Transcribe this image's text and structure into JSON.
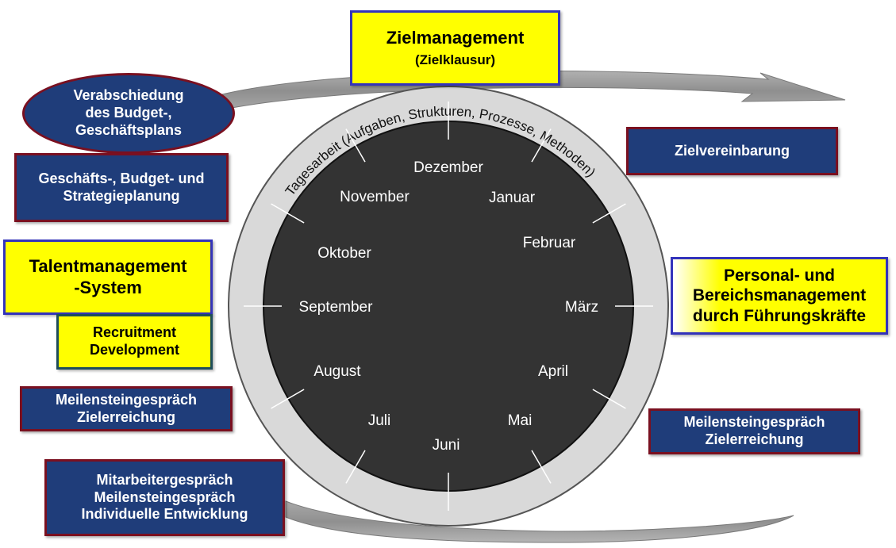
{
  "ring_label": "Tagesarbeit (Aufgaben, Strukturen, Prozesse, Methoden)",
  "months": [
    "Dezember",
    "Januar",
    "Februar",
    "März",
    "April",
    "Mai",
    "Juni",
    "Juli",
    "August",
    "September",
    "Oktober",
    "November"
  ],
  "boxes": {
    "zielmanagement": {
      "line1": "Zielmanagement",
      "line2": "(Zielklausur)"
    },
    "budget_oval": {
      "line1": "Verabschiedung",
      "line2": "des Budget-,",
      "line3": "Geschäftsplans"
    },
    "strategie": {
      "line1": "Geschäfts-, Budget- und",
      "line2": "Strategieplanung"
    },
    "zielvereinbarung": {
      "line1": "Zielvereinbarung"
    },
    "talent": {
      "line1": "Talentmanagement",
      "line2": "-System"
    },
    "recruitment": {
      "line1": "Recruitment",
      "line2": "Development"
    },
    "personal": {
      "line1": "Personal- und",
      "line2": "Bereichsmanagement",
      "line3": "durch Führungskräfte"
    },
    "meilenstein_left": {
      "line1": "Meilensteingespräch",
      "line2": "Zielerreichung"
    },
    "meilenstein_right": {
      "line1": "Meilensteingespräch",
      "line2": "Zielerreichung"
    },
    "mitarbeiter": {
      "line1": "Mitarbeitergespräch",
      "line2": "Meilensteingespräch",
      "line3": "Individuelle Entwicklung"
    }
  },
  "colors": {
    "box_blue": "#1f3d7a",
    "box_border_red": "#7a1020",
    "highlight_yellow": "#ffff00",
    "yellow_border": "#3333bb",
    "clock_face": "#333333",
    "ring": "#d9d9d9",
    "arrow": "#999999"
  }
}
